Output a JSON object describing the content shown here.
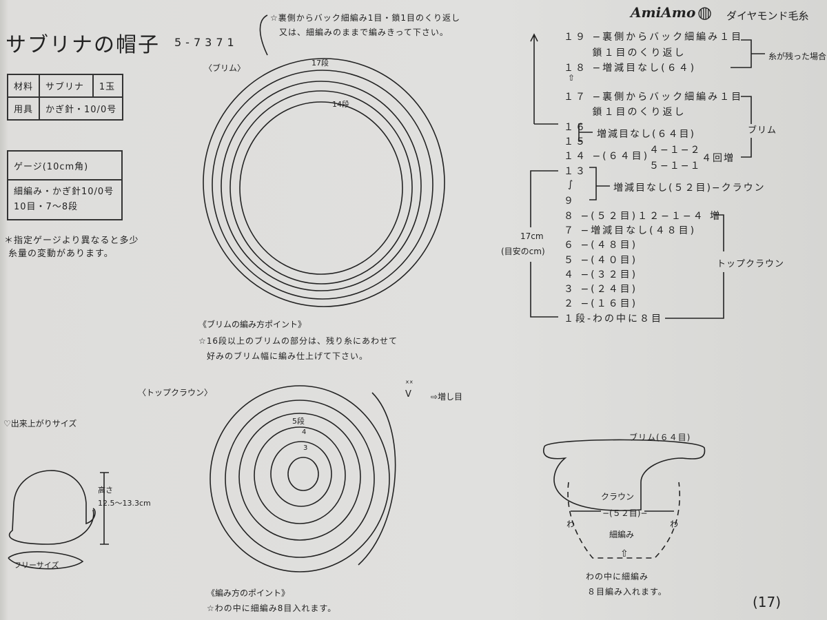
{
  "header": {
    "title": "サブリナの帽子",
    "code": "5-7371",
    "brand": "AmiAmo",
    "maker": "ダイヤモンド毛糸"
  },
  "materials": {
    "label_material": "材料",
    "material": "サブリナ",
    "quantity": "1玉",
    "label_tool": "用具",
    "tool": "かぎ針・10/0号"
  },
  "gauge": {
    "label": "ゲージ(10cm角)",
    "line1": "細編み・かぎ針10/0号",
    "line2": "10目・7〜8段"
  },
  "note": {
    "line1": "＊指定ゲージより異なると多少",
    "line2": "糸量の変動があります。"
  },
  "brim_chart": {
    "label": "〈ブリム〉",
    "note1": "☆裏側からバック細編み1目・鎖1目のくり返し",
    "note2": "又は、細編みのままで編みきって下さい。",
    "row17": "17段",
    "row14": "14段",
    "point_title": "《ブリムの編み方ポイント》",
    "point1": "☆16段以上のブリムの部分は、残り糸にあわせて",
    "point2": "好みのブリム幅に編み仕上げて下さい。"
  },
  "crown_chart": {
    "label": "〈トップクラウン〉",
    "row5": "5段",
    "row4": "4",
    "row3": "3",
    "legend": "⇨増し目",
    "point_title": "《編み方のポイント》",
    "point1": "☆わの中に細編み8目入れます。"
  },
  "finished": {
    "label": "♡出来上がりサイズ",
    "height_label": "高さ",
    "height": "12.5〜13.3cm",
    "size": "フリーサイズ"
  },
  "rows": [
    {
      "text": "１９ −裏側からバック細編み１目"
    },
    {
      "text": "　　 鎖１目のくり返し"
    },
    {
      "text": "１８ −増減目なし(６４)"
    },
    {
      "text": "１７ −裏側からバック細編み１目"
    },
    {
      "text": "　　 鎖１目のくり返し"
    },
    {
      "text": "１６"
    },
    {
      "text": "１５"
    },
    {
      "text": "１４ −(６４目)"
    },
    {
      "text": "１３"
    },
    {
      "text": "∫"
    },
    {
      "text": "９"
    },
    {
      "text": "８ −(５２目)１２−１−４ 増"
    },
    {
      "text": "７ −増減目なし(４８目)"
    },
    {
      "text": "６ −(４８目)"
    },
    {
      "text": "５ −(４０目)"
    },
    {
      "text": "４ −(３２目)"
    },
    {
      "text": "３ −(２４目)"
    },
    {
      "text": "２ −(１６目)"
    },
    {
      "text": "１段-わの中に８目"
    }
  ],
  "row_notes": {
    "leftover": "糸が残った場合",
    "brim": "ブリム",
    "r1516": "増減目なし(６４目)",
    "inc_a": "４−１−２",
    "inc_b": "５−１−１",
    "inc_times": "４回増",
    "r913": "増減目なし(５２目)−クラウン",
    "top_crown": "トップクラウン",
    "height": "17cm",
    "height_note": "(目安のcm)"
  },
  "hat_diagram": {
    "brim": "ブリム(６４目)",
    "crown": "クラウン",
    "count": "−(５２目)−",
    "wa_left": "わ",
    "wa_right": "わ",
    "stitch": "細編み",
    "note1": "わの中に細編み",
    "note2": "８目編み入れます。"
  },
  "page_number": "(17)"
}
